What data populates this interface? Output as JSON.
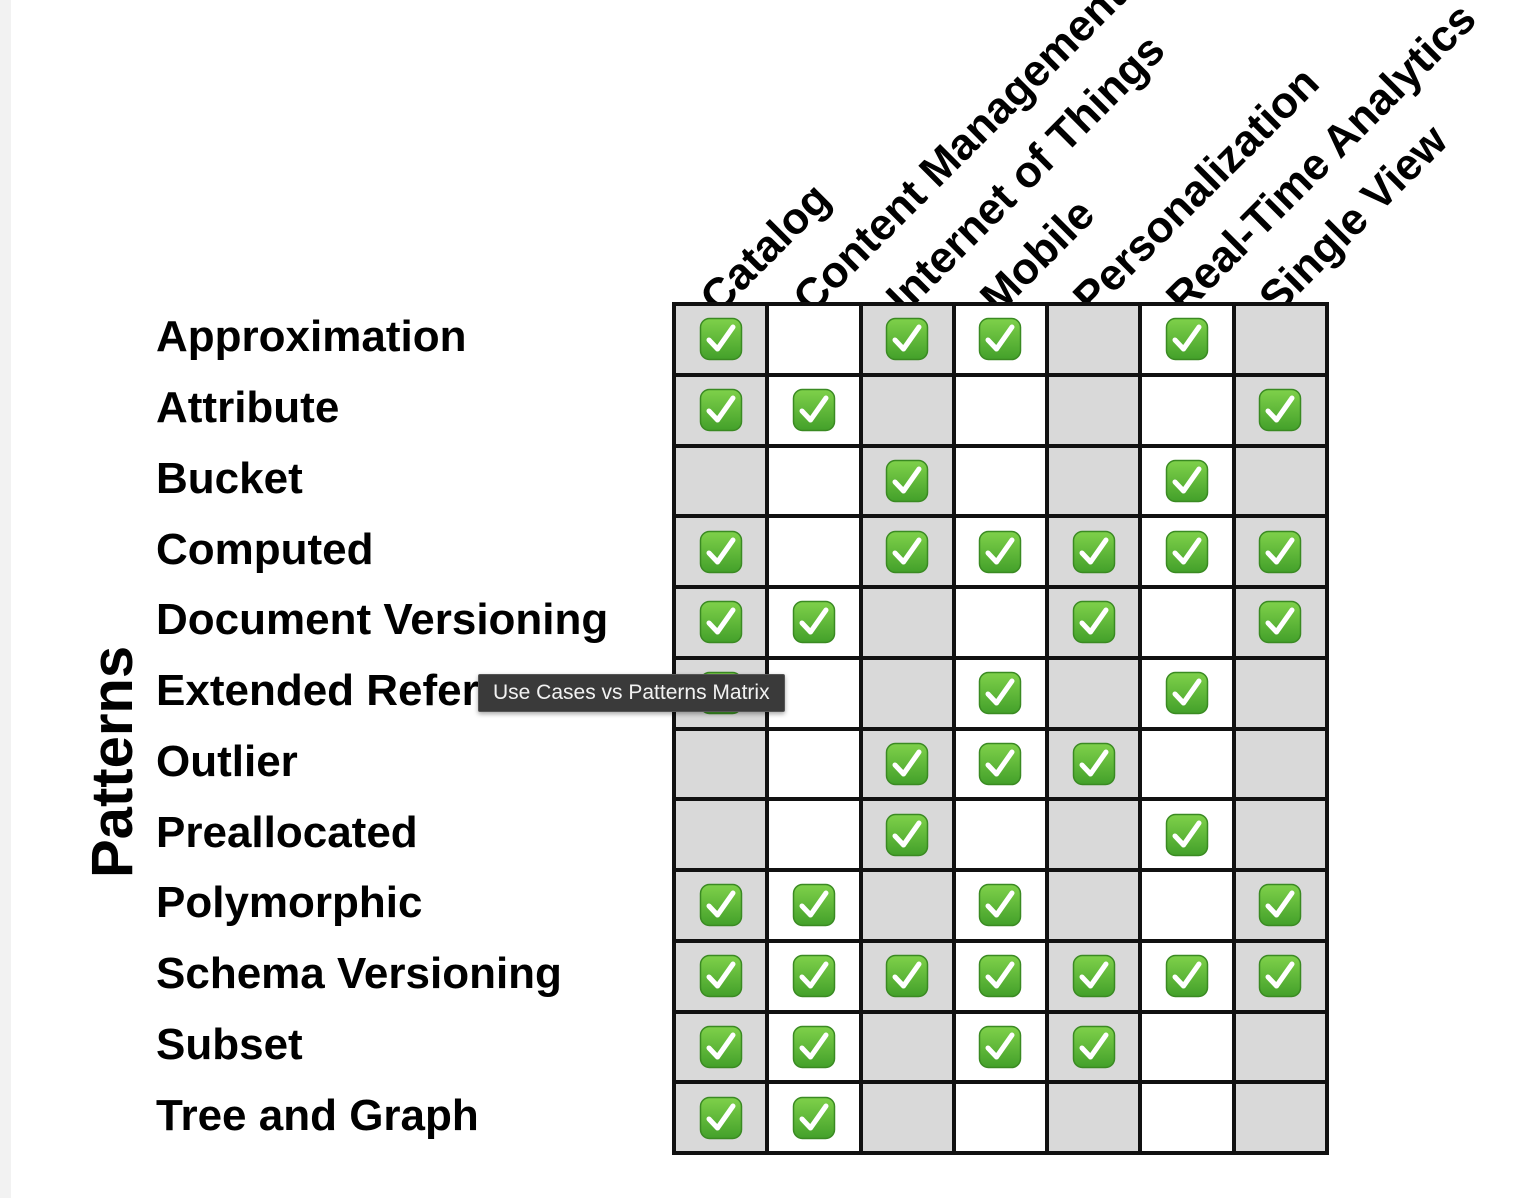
{
  "tooltip": {
    "text": "Use Cases vs Patterns Matrix"
  },
  "axis_title": "Patterns",
  "columns": [
    "Catalog",
    "Content Management",
    "Internet of Things",
    "Mobile",
    "Personalization",
    "Real-Time Analytics",
    "Single View"
  ],
  "rows": [
    {
      "label": "Approximation",
      "checks": [
        1,
        0,
        1,
        1,
        0,
        1,
        0
      ]
    },
    {
      "label": "Attribute",
      "checks": [
        1,
        1,
        0,
        0,
        0,
        0,
        1
      ]
    },
    {
      "label": "Bucket",
      "checks": [
        0,
        0,
        1,
        0,
        0,
        1,
        0
      ]
    },
    {
      "label": "Computed",
      "checks": [
        1,
        0,
        1,
        1,
        1,
        1,
        1
      ]
    },
    {
      "label": "Document Versioning",
      "checks": [
        1,
        1,
        0,
        0,
        1,
        0,
        1
      ]
    },
    {
      "label": "Extended Reference",
      "checks": [
        1,
        0,
        0,
        1,
        0,
        1,
        0
      ]
    },
    {
      "label": "Outlier",
      "checks": [
        0,
        0,
        1,
        1,
        1,
        0,
        0
      ]
    },
    {
      "label": "Preallocated",
      "checks": [
        0,
        0,
        1,
        0,
        0,
        1,
        0
      ]
    },
    {
      "label": "Polymorphic",
      "checks": [
        1,
        1,
        0,
        1,
        0,
        0,
        1
      ]
    },
    {
      "label": "Schema Versioning",
      "checks": [
        1,
        1,
        1,
        1,
        1,
        1,
        1
      ]
    },
    {
      "label": "Subset",
      "checks": [
        1,
        1,
        0,
        1,
        1,
        0,
        0
      ]
    },
    {
      "label": "Tree and Graph",
      "checks": [
        1,
        1,
        0,
        0,
        0,
        0,
        0
      ]
    }
  ],
  "colors": {
    "shaded_cell": "#d9d9d9",
    "plain_cell": "#ffffff",
    "grid_line": "#111111",
    "check_green": "#5fb832"
  },
  "icons": {
    "check": "white-heavy-check-mark-icon"
  }
}
